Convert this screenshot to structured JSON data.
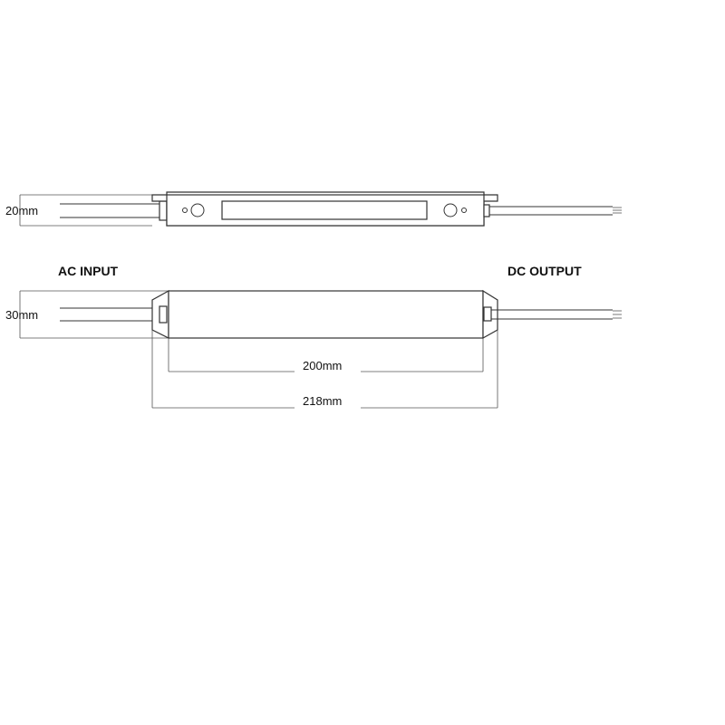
{
  "labels": {
    "height_top": "20mm",
    "height_bottom": "30mm",
    "ac_input": "AC INPUT",
    "dc_output": "DC OUTPUT",
    "inner_length": "200mm",
    "total_length": "218mm"
  },
  "colors": {
    "line": "#333333",
    "text": "#111111",
    "background": "#ffffff"
  }
}
